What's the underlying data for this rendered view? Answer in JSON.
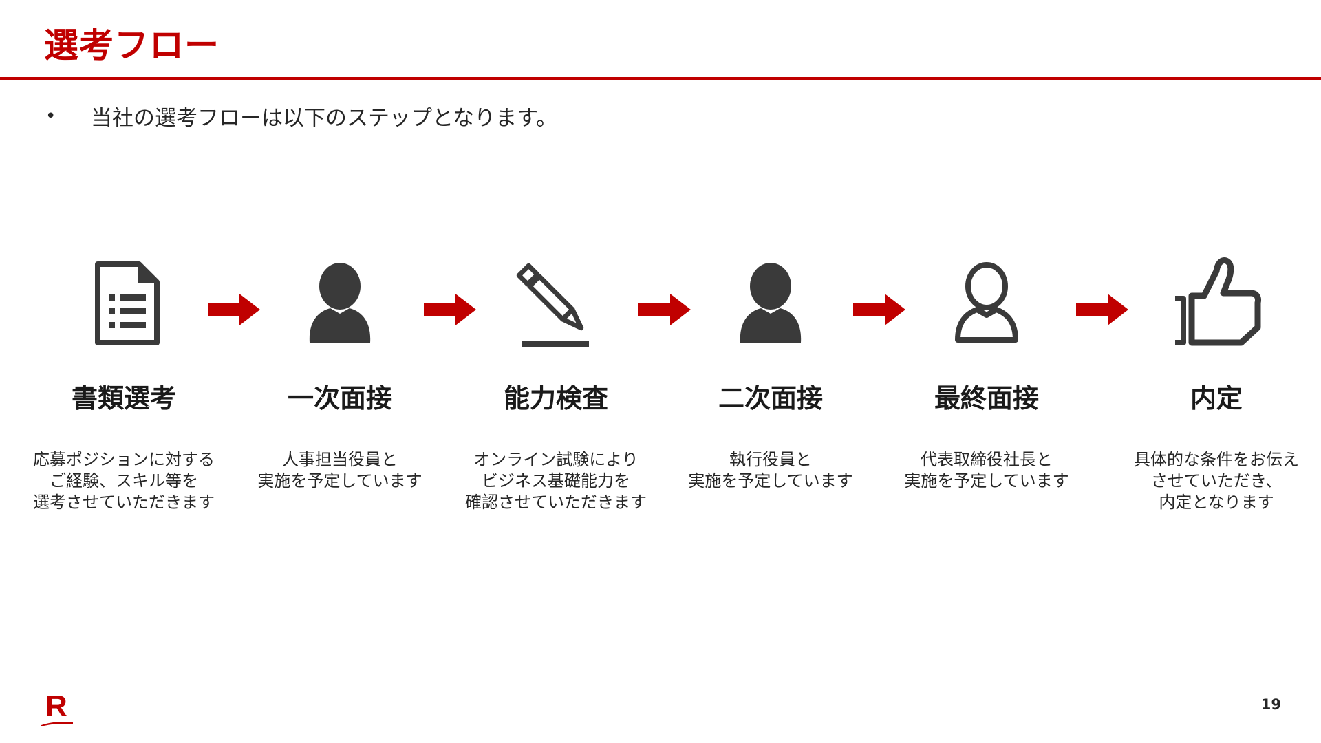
{
  "slide": {
    "title": "選考フロー",
    "bullet": "当社の選考フローは以下のステップとなります。",
    "page_number": "19",
    "accent_color": "#c00000",
    "logo_letter": "R"
  },
  "steps": [
    {
      "icon": "document-icon",
      "title": "書類選考",
      "desc": [
        "応募ポジションに対する",
        "ご経験、スキル等を",
        "選考させていただきます"
      ]
    },
    {
      "icon": "person-filled-icon",
      "title": "一次面接",
      "desc": [
        "人事担当役員と",
        "実施を予定しています"
      ]
    },
    {
      "icon": "pencil-icon",
      "title": "能力検査",
      "desc": [
        "オンライン試験により",
        "ビジネス基礎能力を",
        "確認させていただきます"
      ]
    },
    {
      "icon": "person-filled-icon",
      "title": "二次面接",
      "desc": [
        "執行役員と",
        "実施を予定しています"
      ]
    },
    {
      "icon": "person-outline-icon",
      "title": "最終面接",
      "desc": [
        "代表取締役社長と",
        "実施を予定しています"
      ]
    },
    {
      "icon": "thumbs-up-icon",
      "title": "内定",
      "desc": [
        "具体的な条件をお伝え",
        "させていただき、",
        "内定となります"
      ]
    }
  ]
}
